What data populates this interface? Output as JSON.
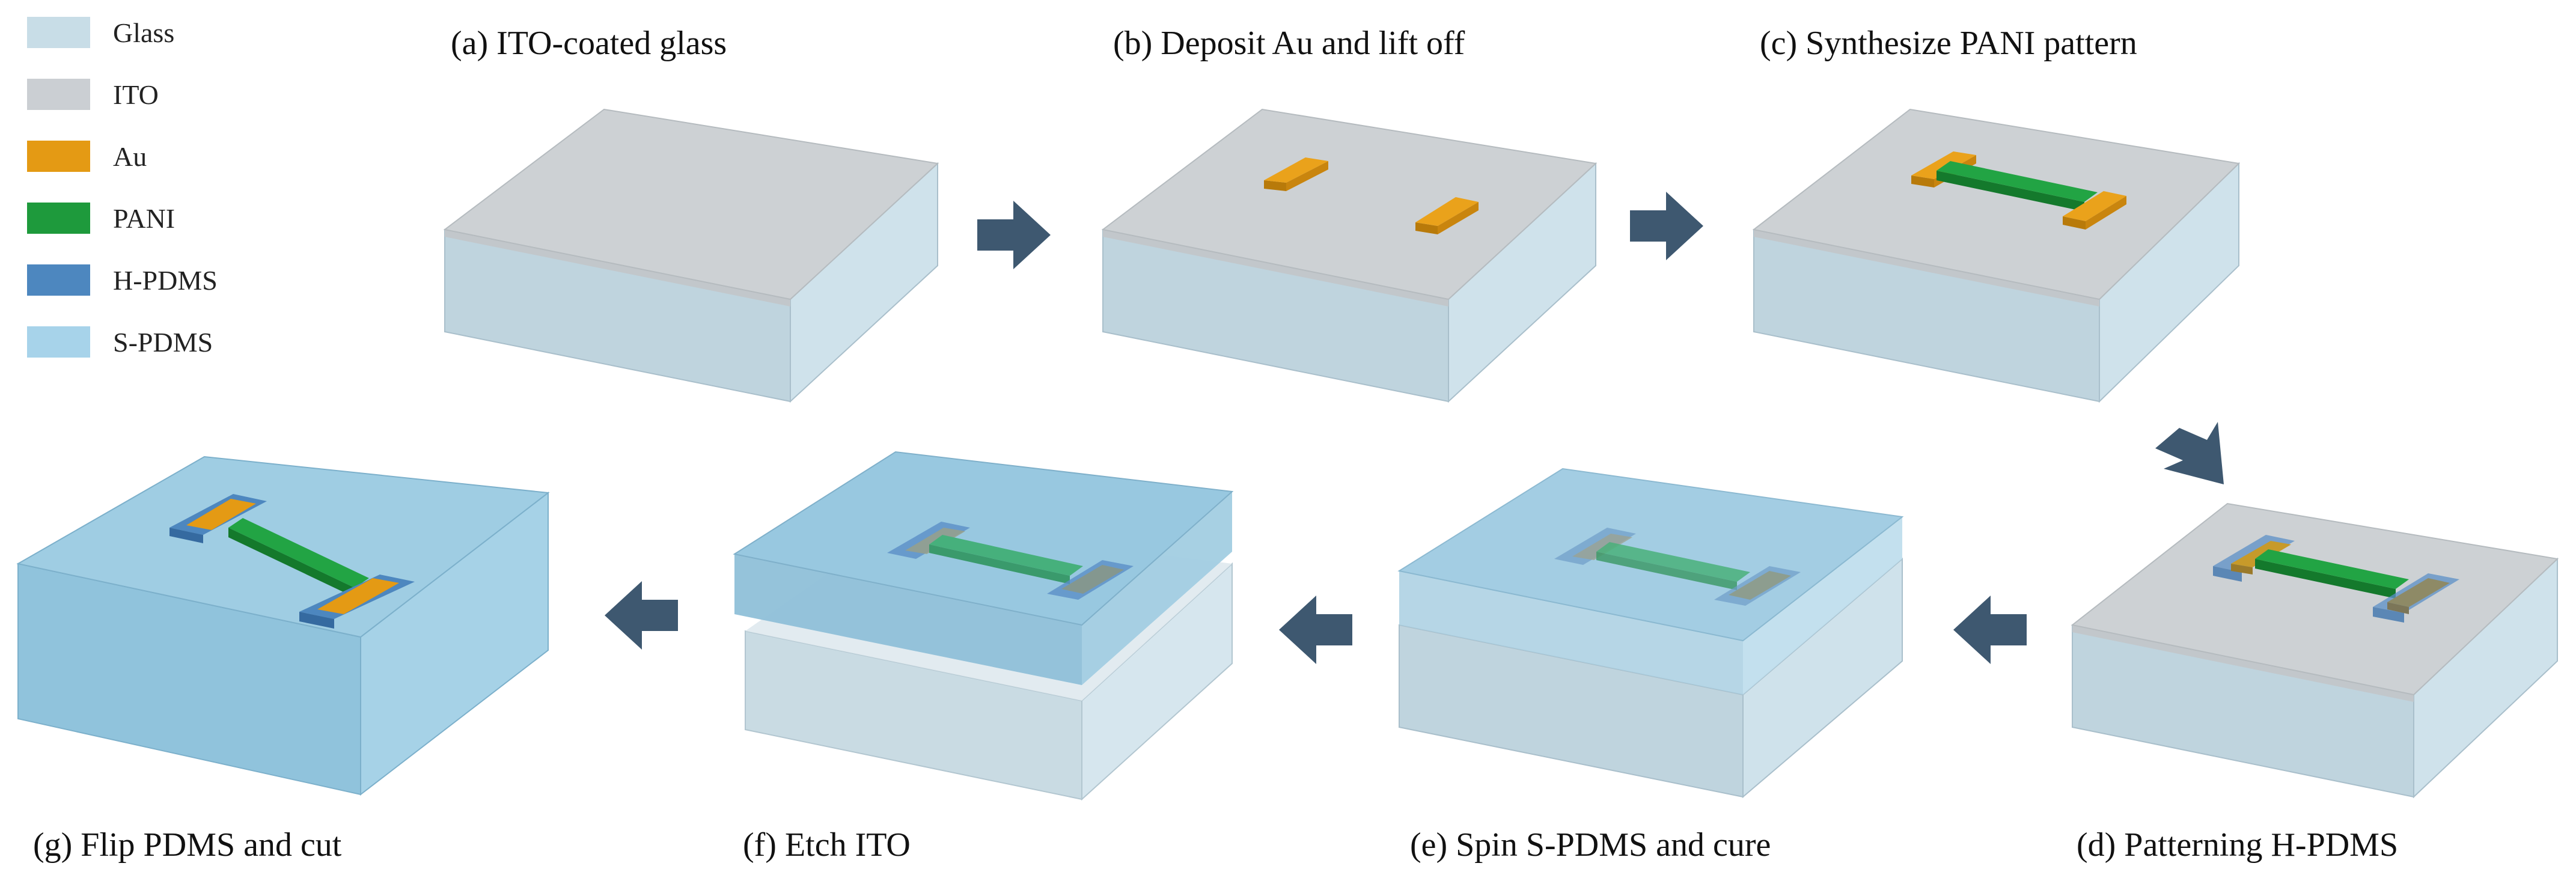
{
  "legend": {
    "items": [
      {
        "label": "Glass",
        "color": "#c8dde7"
      },
      {
        "label": "ITO",
        "color": "#cbcfd3"
      },
      {
        "label": "Au",
        "color": "#e49a14"
      },
      {
        "label": "PANI",
        "color": "#1e9a3c"
      },
      {
        "label": "H-PDMS",
        "color": "#4d87bf"
      },
      {
        "label": "S-PDMS",
        "color": "#a7d3ea"
      }
    ]
  },
  "steps": {
    "a": "(a) ITO-coated glass",
    "b": "(b) Deposit Au and lift off",
    "c": "(c) Synthesize PANI pattern",
    "d": "(d) Patterning H-PDMS",
    "e": "(e) Spin S-PDMS and cure",
    "f": "(f) Etch ITO",
    "g": "(g) Flip PDMS and cut"
  },
  "colors": {
    "arrow": "#3e5870"
  }
}
